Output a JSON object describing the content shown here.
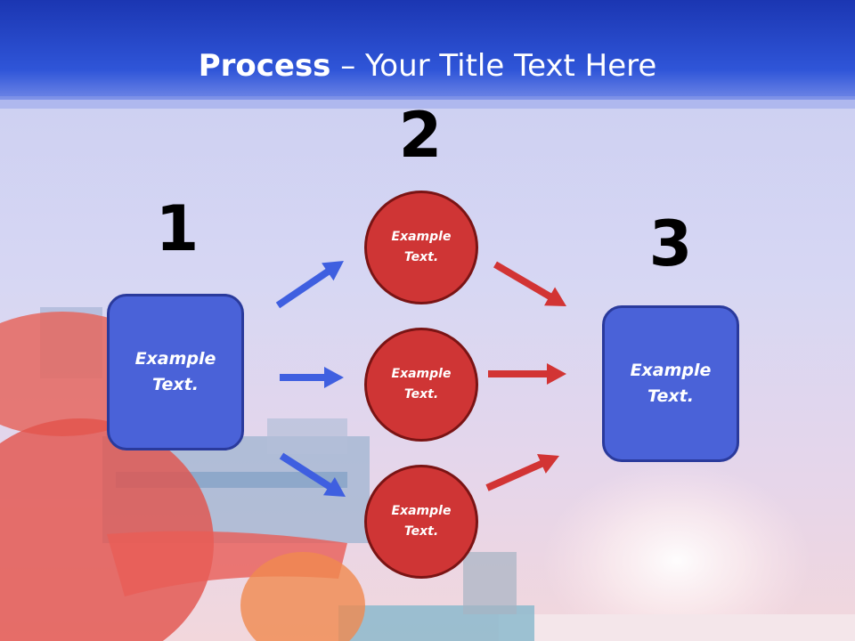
{
  "slide": {
    "title_bold": "Process",
    "title_rest": " – Your Title Text Here"
  },
  "steps": [
    {
      "number": "1",
      "label": "Example Text."
    },
    {
      "number": "2",
      "labels": [
        "Example Text.",
        "Example Text.",
        "Example Text."
      ]
    },
    {
      "number": "3",
      "label": "Example Text."
    }
  ],
  "colors": {
    "header": "#1e3fbf",
    "blue_box": "#4a62d8",
    "red_circle": "#cf3535",
    "blue_arrow": "#3f5fe0",
    "red_arrow": "#d23434"
  }
}
